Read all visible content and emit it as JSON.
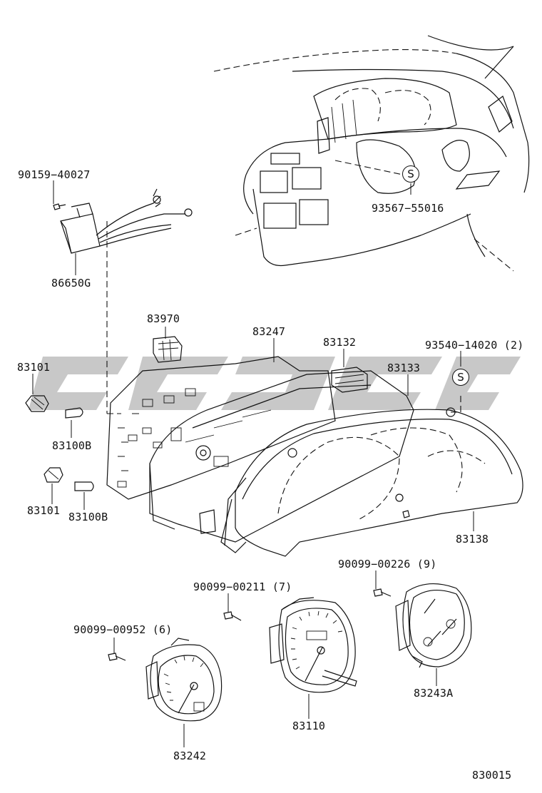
{
  "diagram": {
    "figure_number": "830015",
    "symbol_s": "S",
    "part_labels": {
      "p90159_40027": "90159−40027",
      "p86650G": "86650G",
      "p93567_55016": "93567−55016",
      "p83970": "83970",
      "p83247": "83247",
      "p83132": "83132",
      "p93540_14020": "93540−14020 (2)",
      "p83101_a": "83101",
      "p83133": "83133",
      "p83100B_a": "83100B",
      "p83101_b": "83101",
      "p83100B_b": "83100B",
      "p83138": "83138",
      "p90099_00226": "90099−00226 (9)",
      "p90099_00211": "90099−00211 (7)",
      "p90099_00952": "90099−00952 (6)",
      "p83243A": "83243A",
      "p83110": "83110",
      "p83242": "83242"
    }
  }
}
